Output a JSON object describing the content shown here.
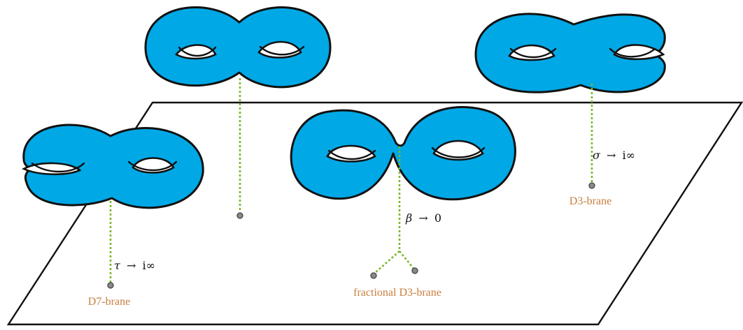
{
  "labels": {
    "d7": "D7-brane",
    "d3": "D3-brane",
    "fractional": "fractional D3-brane"
  },
  "limits": {
    "tau": {
      "symbol": "τ",
      "arrow": "→",
      "target": "i∞"
    },
    "sigma": {
      "symbol": "σ",
      "arrow": "→",
      "target": "i∞"
    },
    "beta": {
      "symbol": "β",
      "arrow": "→",
      "target": "0"
    }
  },
  "colors": {
    "surface": "#00a8e6",
    "leg": "#7ab82a",
    "label": "#c87f3f",
    "dot": "#8a8a8a"
  }
}
